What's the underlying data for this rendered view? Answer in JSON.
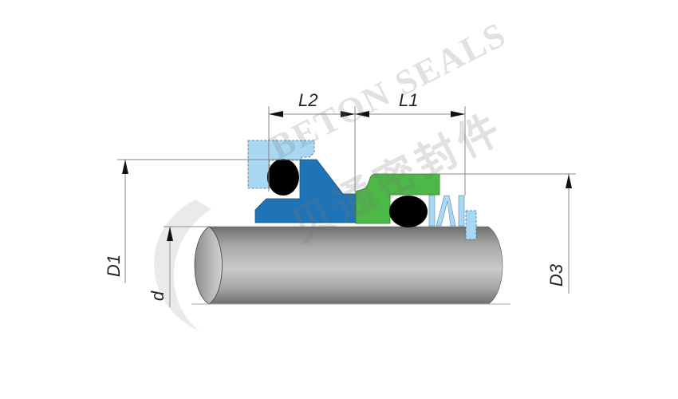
{
  "diagram": {
    "type": "mechanical-seal-cross-section",
    "dimensions": {
      "L2": "L2",
      "L1": "L1",
      "D1": "D1",
      "d": "d",
      "D3": "D3"
    },
    "components": [
      {
        "name": "stationary-seat",
        "color": "#a8d8f4",
        "style": "dashed-outline"
      },
      {
        "name": "seat-o-ring",
        "color": "#000000"
      },
      {
        "name": "rotary-face",
        "color": "#1f73b7"
      },
      {
        "name": "seal-head",
        "color": "#4cb847"
      },
      {
        "name": "bellows-o-ring",
        "color": "#000000"
      },
      {
        "name": "spring",
        "color": "#a8d8f4"
      },
      {
        "name": "retainer",
        "color": "#a8d8f4",
        "style": "dashed-outline"
      },
      {
        "name": "shaft",
        "color": "#9e9e9e"
      }
    ],
    "watermark": {
      "english": "BETON SEALS",
      "chinese": "贝通密封件"
    },
    "colors": {
      "light_blue": "#a8d8f4",
      "dark_blue": "#1f73b7",
      "green": "#4cb847",
      "black": "#000000",
      "shaft_dark": "#7a7a7a",
      "shaft_light": "#c9c9c9",
      "dim_line": "#9a9a9a"
    }
  }
}
